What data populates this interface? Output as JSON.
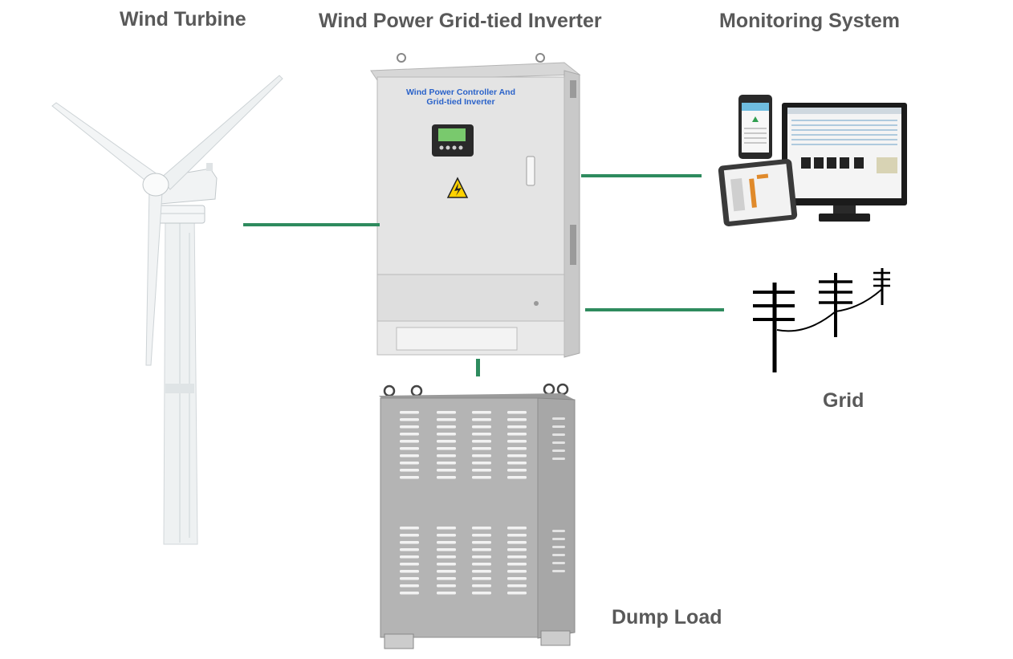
{
  "labels": {
    "wind_turbine": "Wind Turbine",
    "inverter": "Wind Power Grid-tied Inverter",
    "monitoring": "Monitoring System",
    "grid": "Grid",
    "dump_load": "Dump Load"
  },
  "inverter_panel": {
    "line1": "Wind Power Controller And",
    "line2": "Grid-tied Inverter"
  },
  "colors": {
    "connector": "#2e8b5e",
    "label_text": "#595959",
    "panel_text": "#2a62c9",
    "cabinet": "#e3e3e3"
  },
  "icons": {
    "warning": "high-voltage-warning-icon"
  }
}
